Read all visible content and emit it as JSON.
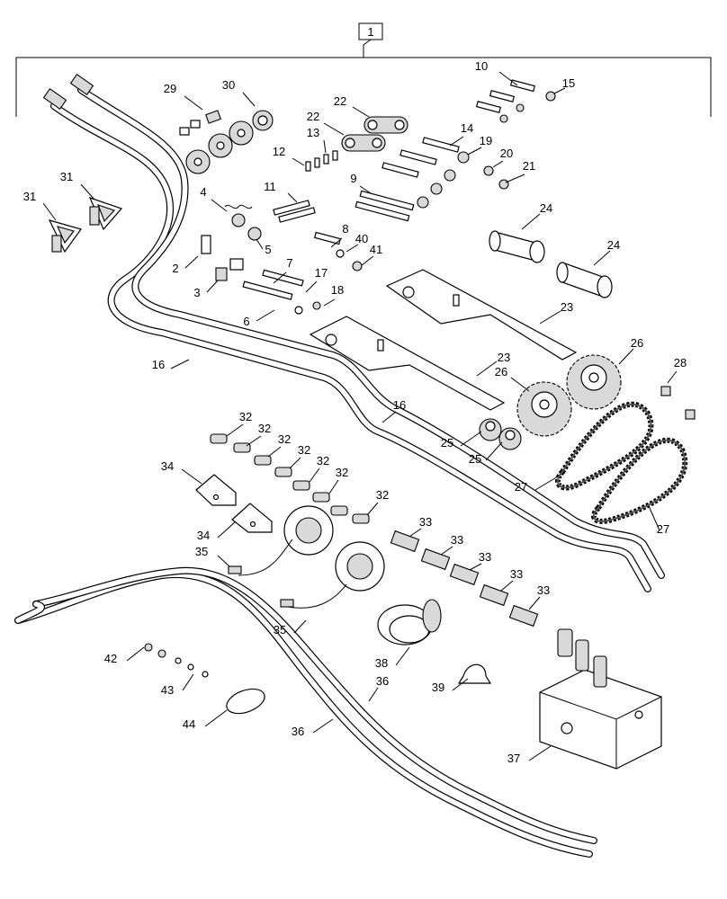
{
  "diagram": {
    "assembly_label": "1",
    "callouts": [
      {
        "id": "c1",
        "text": "1"
      },
      {
        "id": "c2",
        "text": "2"
      },
      {
        "id": "c3",
        "text": "3"
      },
      {
        "id": "c4",
        "text": "4"
      },
      {
        "id": "c5",
        "text": "5"
      },
      {
        "id": "c6",
        "text": "6"
      },
      {
        "id": "c7",
        "text": "7"
      },
      {
        "id": "c8",
        "text": "8"
      },
      {
        "id": "c9",
        "text": "9"
      },
      {
        "id": "c10",
        "text": "10"
      },
      {
        "id": "c11",
        "text": "11"
      },
      {
        "id": "c12",
        "text": "12"
      },
      {
        "id": "c13",
        "text": "13"
      },
      {
        "id": "c14",
        "text": "14"
      },
      {
        "id": "c15",
        "text": "15"
      },
      {
        "id": "c16a",
        "text": "16"
      },
      {
        "id": "c16b",
        "text": "16"
      },
      {
        "id": "c17",
        "text": "17"
      },
      {
        "id": "c18",
        "text": "18"
      },
      {
        "id": "c19",
        "text": "19"
      },
      {
        "id": "c20",
        "text": "20"
      },
      {
        "id": "c21",
        "text": "21"
      },
      {
        "id": "c22a",
        "text": "22"
      },
      {
        "id": "c22b",
        "text": "22"
      },
      {
        "id": "c23a",
        "text": "23"
      },
      {
        "id": "c23b",
        "text": "23"
      },
      {
        "id": "c24a",
        "text": "24"
      },
      {
        "id": "c24b",
        "text": "24"
      },
      {
        "id": "c25a",
        "text": "25"
      },
      {
        "id": "c25b",
        "text": "25"
      },
      {
        "id": "c26a",
        "text": "26"
      },
      {
        "id": "c26b",
        "text": "26"
      },
      {
        "id": "c27a",
        "text": "27"
      },
      {
        "id": "c27b",
        "text": "27"
      },
      {
        "id": "c28",
        "text": "28"
      },
      {
        "id": "c29",
        "text": "29"
      },
      {
        "id": "c30",
        "text": "30"
      },
      {
        "id": "c31a",
        "text": "31"
      },
      {
        "id": "c31b",
        "text": "31"
      },
      {
        "id": "c32a",
        "text": "32"
      },
      {
        "id": "c32b",
        "text": "32"
      },
      {
        "id": "c32c",
        "text": "32"
      },
      {
        "id": "c32d",
        "text": "32"
      },
      {
        "id": "c32e",
        "text": "32"
      },
      {
        "id": "c32f",
        "text": "32"
      },
      {
        "id": "c32g",
        "text": "32"
      },
      {
        "id": "c33a",
        "text": "33"
      },
      {
        "id": "c33b",
        "text": "33"
      },
      {
        "id": "c33c",
        "text": "33"
      },
      {
        "id": "c33d",
        "text": "33"
      },
      {
        "id": "c33e",
        "text": "33"
      },
      {
        "id": "c34a",
        "text": "34"
      },
      {
        "id": "c34b",
        "text": "34"
      },
      {
        "id": "c35a",
        "text": "35"
      },
      {
        "id": "c35b",
        "text": "35"
      },
      {
        "id": "c36a",
        "text": "36"
      },
      {
        "id": "c36b",
        "text": "36"
      },
      {
        "id": "c37",
        "text": "37"
      },
      {
        "id": "c38",
        "text": "38"
      },
      {
        "id": "c39",
        "text": "39"
      },
      {
        "id": "c40",
        "text": "40"
      },
      {
        "id": "c41",
        "text": "41"
      },
      {
        "id": "c42",
        "text": "42"
      },
      {
        "id": "c43",
        "text": "43"
      },
      {
        "id": "c44",
        "text": "44"
      }
    ]
  },
  "colors": {
    "line": "#000000",
    "background": "#ffffff",
    "shade": "#d9d9d9"
  }
}
